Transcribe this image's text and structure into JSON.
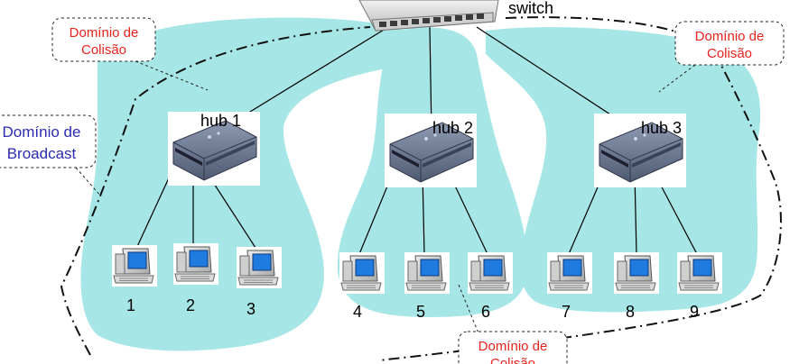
{
  "switch": {
    "label": "switch"
  },
  "hubs": [
    {
      "label": "hub 1"
    },
    {
      "label": "hub 2"
    },
    {
      "label": "hub 3"
    }
  ],
  "computers": [
    {
      "label": "1"
    },
    {
      "label": "2"
    },
    {
      "label": "3"
    },
    {
      "label": "4"
    },
    {
      "label": "5"
    },
    {
      "label": "6"
    },
    {
      "label": "7"
    },
    {
      "label": "8"
    },
    {
      "label": "9"
    }
  ],
  "callouts": {
    "collision_left": {
      "line1": "Domínio de",
      "line2": "Colisão"
    },
    "collision_right": {
      "line1": "Domínio de",
      "line2": "Colisão"
    },
    "collision_bottom": {
      "line1": "Domínio de",
      "line2": "Colisão"
    },
    "broadcast": {
      "line1": "Domínio de",
      "line2": "Broadcast"
    }
  },
  "colors": {
    "collision_fill": "#a7e6e6",
    "collision_text": "#e8231d",
    "broadcast_text": "#2b2bb3",
    "screen_blue": "#1f7be0"
  }
}
